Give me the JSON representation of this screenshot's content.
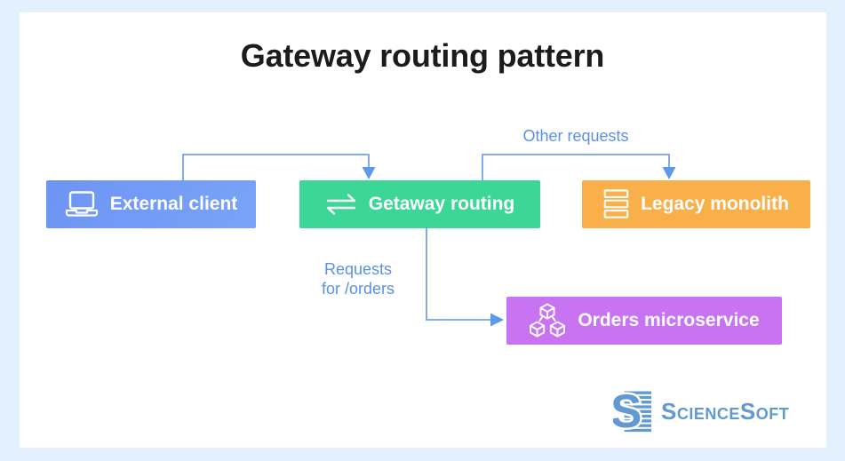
{
  "title": "Gateway routing pattern",
  "nodes": {
    "external_client": {
      "label": "External client",
      "color": "#6D94F4",
      "color2": "#79A3F8",
      "icon": "laptop-icon"
    },
    "gateway_routing": {
      "label": "Getaway routing",
      "color": "#3CD796",
      "icon": "exchange-arrows-icon"
    },
    "legacy_monolith": {
      "label": "Legacy monolith",
      "color": "#F9B04B",
      "icon": "stacked-layers-icon"
    },
    "orders_microservice": {
      "label": "Orders microservice",
      "color": "#C873F2",
      "icon": "cubes-icon"
    }
  },
  "edges": [
    {
      "from": "external_client",
      "to": "gateway_routing",
      "label": ""
    },
    {
      "from": "gateway_routing",
      "to": "legacy_monolith",
      "label": "Other requests"
    },
    {
      "from": "gateway_routing",
      "to": "orders_microservice",
      "label": "Requests for /orders"
    }
  ],
  "edge_labels": {
    "other_requests": "Other requests",
    "requests_line1": "Requests",
    "requests_line2": "for /orders"
  },
  "logo": {
    "text": "ScienceSoft"
  },
  "colors": {
    "background": "#E3F0FE",
    "card": "#FFFFFF",
    "title": "#1C1C1C",
    "connector_line": "#74A3EA",
    "connector_arrow": "#5B9AE8",
    "connector_label": "#5C90E8",
    "logo_blue": "#6399D1"
  }
}
